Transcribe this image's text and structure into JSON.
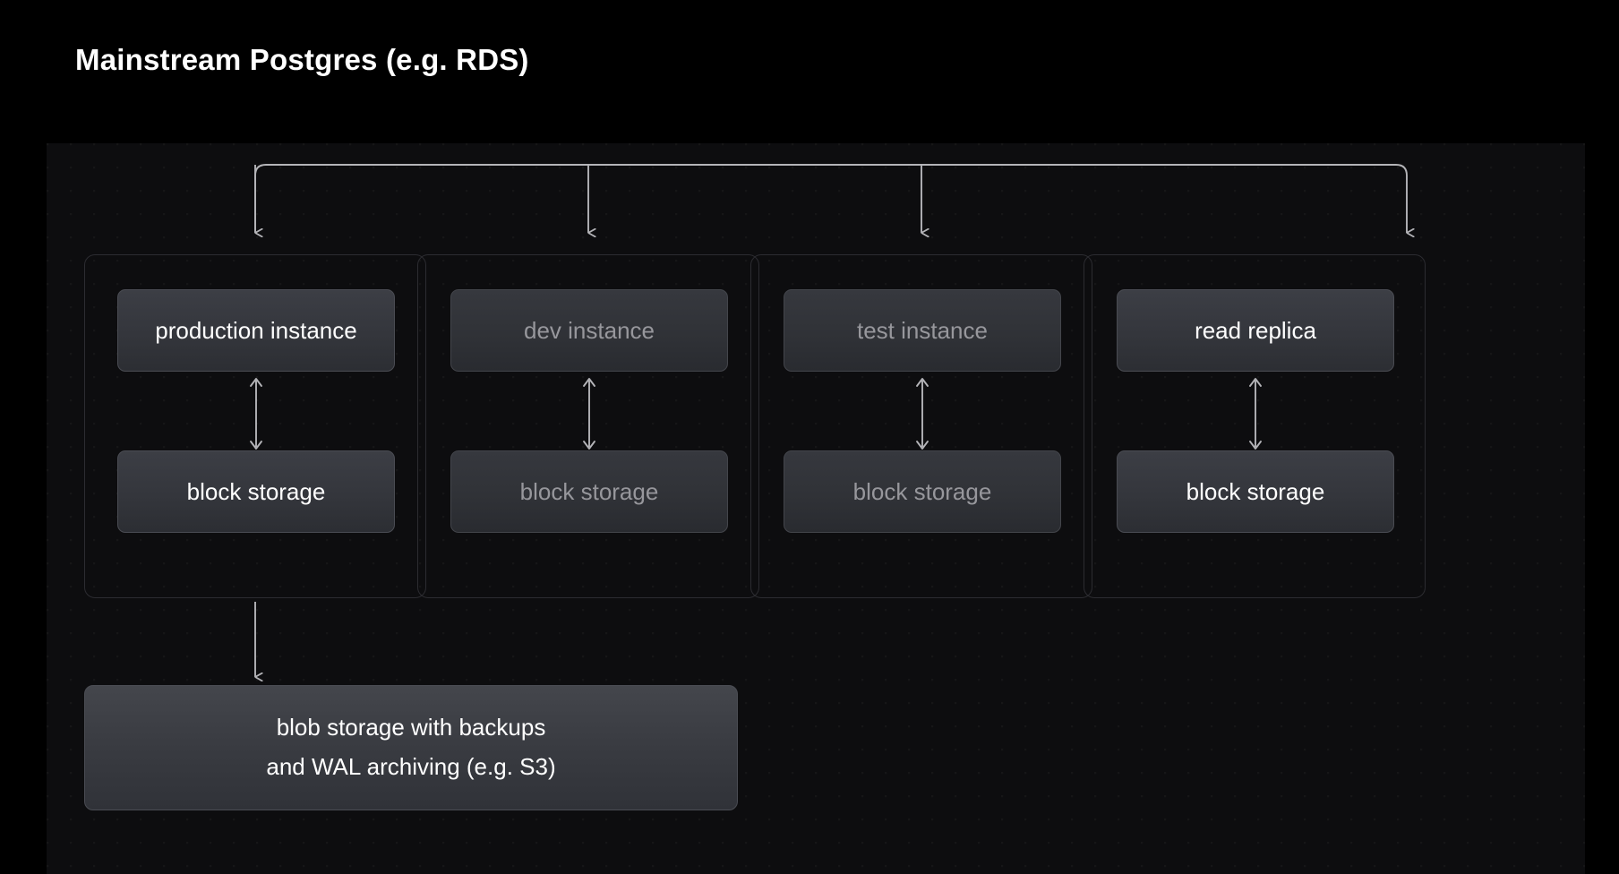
{
  "title": "Mainstream Postgres (e.g. RDS)",
  "diagram": {
    "columns": [
      {
        "id": "production",
        "dimmed": false,
        "instance_label": "production instance",
        "storage_label": "block storage"
      },
      {
        "id": "dev",
        "dimmed": true,
        "instance_label": "dev instance",
        "storage_label": "block storage"
      },
      {
        "id": "test",
        "dimmed": true,
        "instance_label": "test instance",
        "storage_label": "block storage"
      },
      {
        "id": "read-replica",
        "dimmed": false,
        "instance_label": "read replica",
        "storage_label": "block storage"
      }
    ],
    "blob_storage": {
      "line1": "blob storage with backups",
      "line2": "and WAL archiving (e.g. S3)"
    }
  },
  "colors": {
    "page_background": "#000000",
    "panel_background": "#0d0d0f",
    "card_top": "#3c3e45",
    "card_bottom": "#2c2e33",
    "card_border": "#4a4c53",
    "group_border": "#2c2c31",
    "text_bright": "#ffffff",
    "text_dim": "#97979c",
    "connector": "#b4b4b8"
  }
}
